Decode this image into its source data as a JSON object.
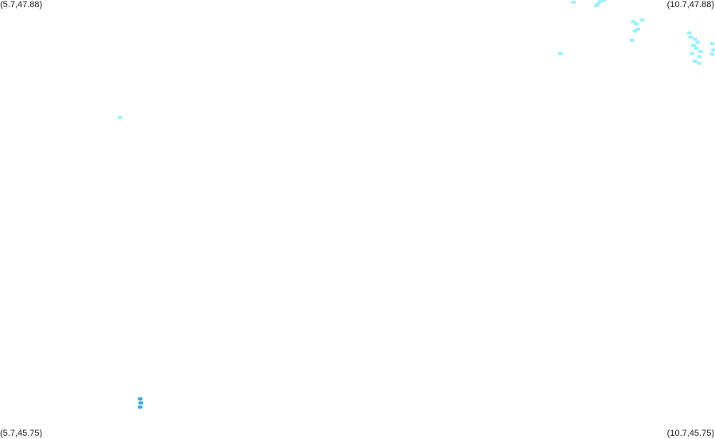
{
  "map": {
    "corners": {
      "top_left": "(5.7,47.88)",
      "top_right": "(10.7,47.88)",
      "bottom_left": "(5.7,45.75)",
      "bottom_right": "(10.7,45.75)"
    },
    "bounds": {
      "lon_min": 5.7,
      "lon_max": 10.7,
      "lat_min": 45.75,
      "lat_max": 47.88
    },
    "colors": {
      "background": "#ffffff",
      "light_patch": "#9ff0fb",
      "dark_patch": "#3aa8ef",
      "label_text": "#222222"
    },
    "patches": [
      {
        "lon": 9.71,
        "lat": 47.869,
        "shade": "light"
      },
      {
        "lon": 9.87,
        "lat": 47.852,
        "shade": "light"
      },
      {
        "lon": 9.88,
        "lat": 47.862,
        "shade": "light"
      },
      {
        "lon": 9.9,
        "lat": 47.873,
        "shade": "light"
      },
      {
        "lon": 9.92,
        "lat": 47.878,
        "shade": "light"
      },
      {
        "lon": 10.19,
        "lat": 47.783,
        "shade": "light"
      },
      {
        "lon": 10.13,
        "lat": 47.775,
        "shade": "light"
      },
      {
        "lon": 10.15,
        "lat": 47.763,
        "shade": "light"
      },
      {
        "lon": 10.16,
        "lat": 47.738,
        "shade": "light"
      },
      {
        "lon": 10.14,
        "lat": 47.73,
        "shade": "light"
      },
      {
        "lon": 10.12,
        "lat": 47.684,
        "shade": "light"
      },
      {
        "lon": 10.52,
        "lat": 47.72,
        "shade": "light"
      },
      {
        "lon": 10.53,
        "lat": 47.7,
        "shade": "light"
      },
      {
        "lon": 10.56,
        "lat": 47.69,
        "shade": "light"
      },
      {
        "lon": 10.58,
        "lat": 47.676,
        "shade": "light"
      },
      {
        "lon": 10.55,
        "lat": 47.66,
        "shade": "light"
      },
      {
        "lon": 10.57,
        "lat": 47.645,
        "shade": "light"
      },
      {
        "lon": 10.6,
        "lat": 47.63,
        "shade": "light"
      },
      {
        "lon": 10.54,
        "lat": 47.62,
        "shade": "light"
      },
      {
        "lon": 10.59,
        "lat": 47.605,
        "shade": "light"
      },
      {
        "lon": 10.56,
        "lat": 47.583,
        "shade": "light"
      },
      {
        "lon": 10.59,
        "lat": 47.573,
        "shade": "light"
      },
      {
        "lon": 10.68,
        "lat": 47.668,
        "shade": "light"
      },
      {
        "lon": 10.69,
        "lat": 47.638,
        "shade": "light"
      },
      {
        "lon": 10.68,
        "lat": 47.618,
        "shade": "light"
      },
      {
        "lon": 9.62,
        "lat": 47.621,
        "shade": "light"
      },
      {
        "lon": 6.54,
        "lat": 47.311,
        "shade": "light"
      },
      {
        "lon": 6.68,
        "lat": 45.945,
        "shade": "dark"
      },
      {
        "lon": 6.685,
        "lat": 45.925,
        "shade": "dark"
      },
      {
        "lon": 6.68,
        "lat": 45.905,
        "shade": "dark"
      }
    ]
  }
}
